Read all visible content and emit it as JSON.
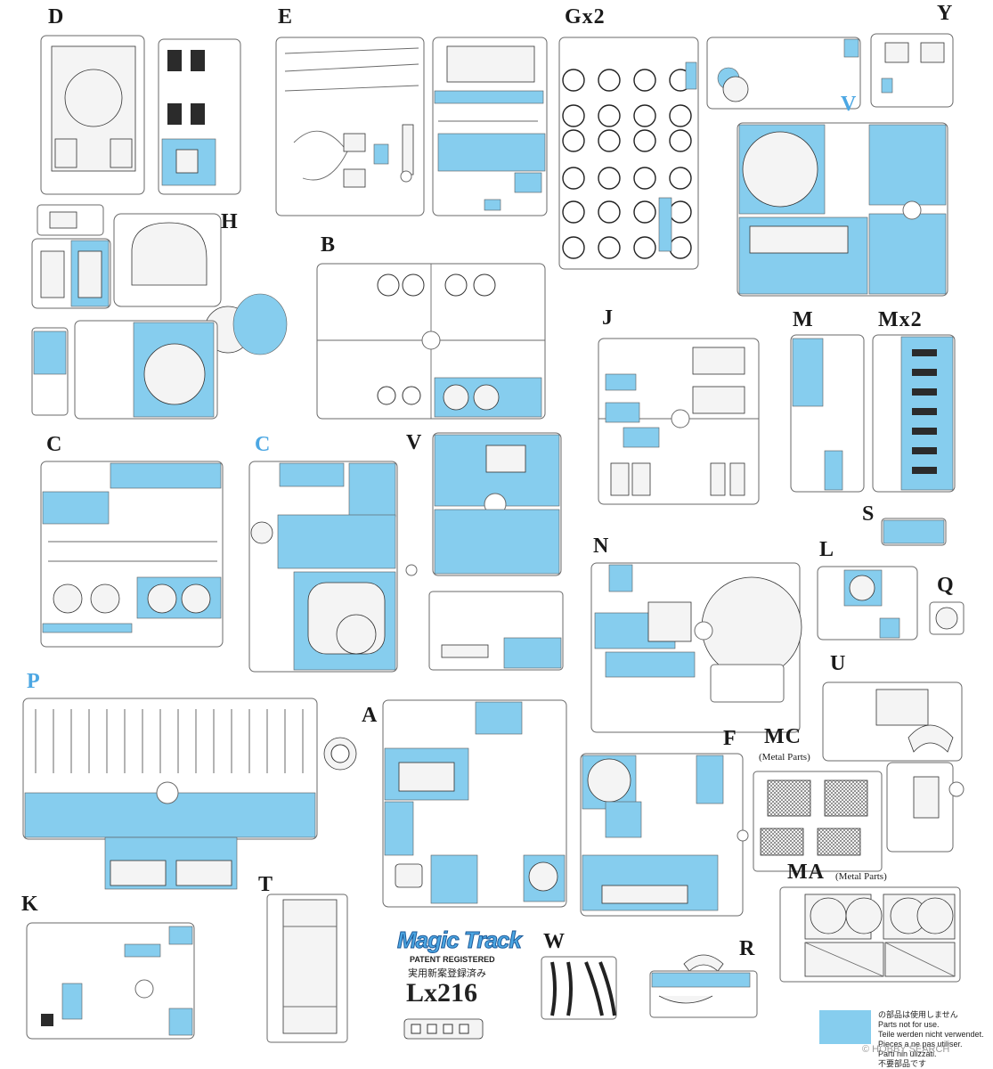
{
  "sprue_labels": {
    "D": "D",
    "E": "E",
    "Gx2": "Gx2",
    "Y": "Y",
    "V_top": "V",
    "H": "H",
    "B": "B",
    "J": "J",
    "M": "M",
    "Mx2": "Mx2",
    "C_left": "C",
    "C_cyan": "C",
    "V_mid": "V",
    "S": "S",
    "N": "N",
    "L": "L",
    "Q": "Q",
    "U": "U",
    "P": "P",
    "A": "A",
    "F": "F",
    "MC": "MC",
    "MA": "MA",
    "K": "K",
    "T": "T",
    "W": "W",
    "R": "R"
  },
  "metal_parts_note": "(Metal Parts)",
  "track": {
    "brand": "Magic Track",
    "patent": "PATENT REGISTERED",
    "jp_note": "実用新案登録済み",
    "model": "Lx216"
  },
  "legend": {
    "jp": "の部品は使用しません",
    "en": "Parts not for use.",
    "de": "Teile werden nicht verwendet.",
    "fr": "Pieces a ne pas utiliser.",
    "it": "Parti nin ulizzati.",
    "jp2": "不要部品です"
  },
  "watermark": "© HOBBY SEARCH",
  "colors": {
    "unused_parts": "#86cdee",
    "cyan_label": "#4ca7e3"
  }
}
